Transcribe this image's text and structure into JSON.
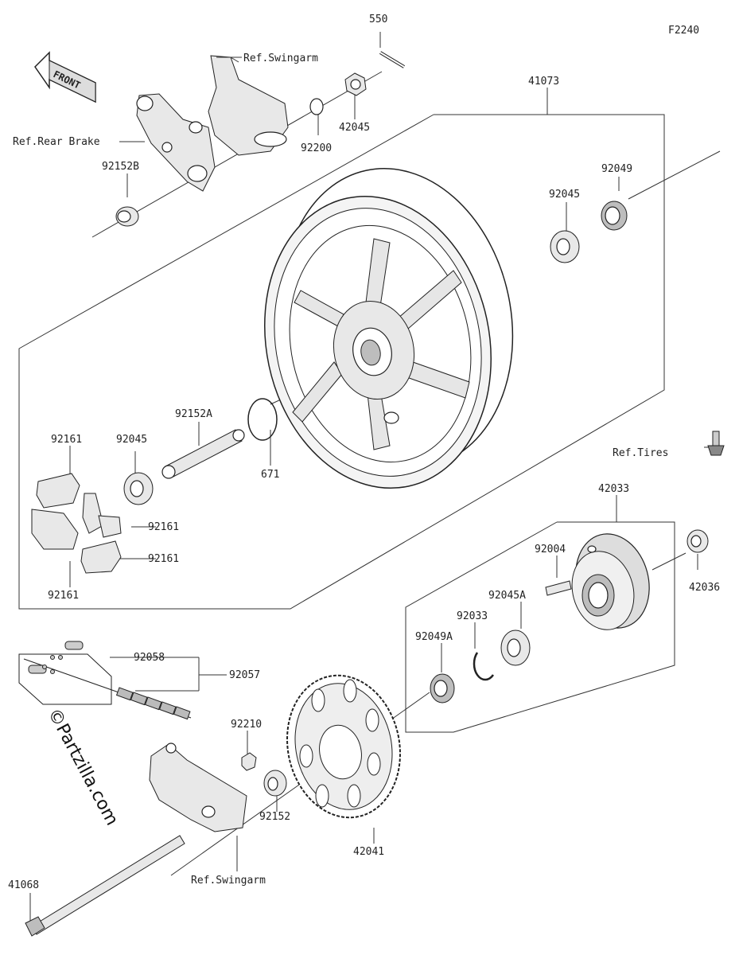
{
  "figure_code": "F2240",
  "front_label": "FRONT",
  "watermark": "©Partzilla.com",
  "references": {
    "swingarm_top": "Ref.Swingarm",
    "rear_brake": "Ref.Rear Brake",
    "tires": "Ref.Tires",
    "swingarm_bottom": "Ref.Swingarm"
  },
  "parts": {
    "p550": "550",
    "p41073": "41073",
    "p42045": "42045",
    "p92200": "92200",
    "p92152B": "92152B",
    "p92049": "92049",
    "p92045_top": "92045",
    "p92152A": "92152A",
    "p92161_a": "92161",
    "p92045_mid": "92045",
    "p671": "671",
    "p92161_b": "92161",
    "p92161_c": "92161",
    "p92161_d": "92161",
    "p42033": "42033",
    "p92004": "92004",
    "p42036": "42036",
    "p92045A": "92045A",
    "p92033": "92033",
    "p92049A": "92049A",
    "p92058": "92058",
    "p92057": "92057",
    "p92210": "92210",
    "p92152": "92152",
    "p42041": "42041",
    "p41068": "41068"
  }
}
